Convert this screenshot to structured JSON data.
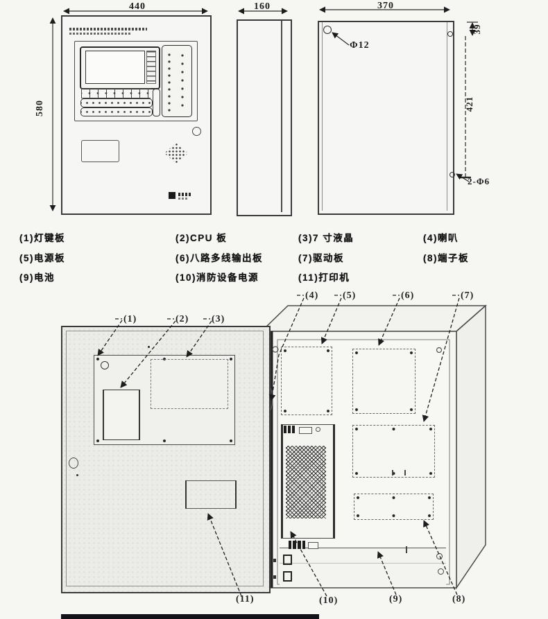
{
  "views": {
    "front": {
      "width_label": "440",
      "height_label": "580"
    },
    "side": {
      "width_label": "160"
    },
    "back": {
      "width_label": "370",
      "top_hole_label": "Φ12",
      "top_offset_label": "39",
      "hole_span_label": "421",
      "side_holes_label": "2-Φ6"
    }
  },
  "legend": {
    "items": [
      {
        "num": "(1)",
        "label": "灯键板"
      },
      {
        "num": "(2)",
        "label": "CPU 板"
      },
      {
        "num": "(3)",
        "label": "7 寸液晶"
      },
      {
        "num": "(4)",
        "label": "喇叭"
      },
      {
        "num": "(5)",
        "label": "电源板"
      },
      {
        "num": "(6)",
        "label": "八路多线输出板"
      },
      {
        "num": "(7)",
        "label": "驱动板"
      },
      {
        "num": "(8)",
        "label": "端子板"
      },
      {
        "num": "(9)",
        "label": "电池"
      },
      {
        "num": "(10)",
        "label": "消防设备电源"
      },
      {
        "num": "(11)",
        "label": "打印机"
      }
    ]
  },
  "callouts": {
    "door": [
      "(1)",
      "(2)",
      "(3)"
    ],
    "cabinet_top": [
      "(4)",
      "(5)",
      "(6)",
      "(7)"
    ],
    "bottom": [
      "(11)",
      "(10)",
      "(9)",
      "(8)"
    ]
  },
  "colors": {
    "ink": "#2f2f2f",
    "paper": "#f6f6f3",
    "panel_fill": "#f1f1ee"
  }
}
